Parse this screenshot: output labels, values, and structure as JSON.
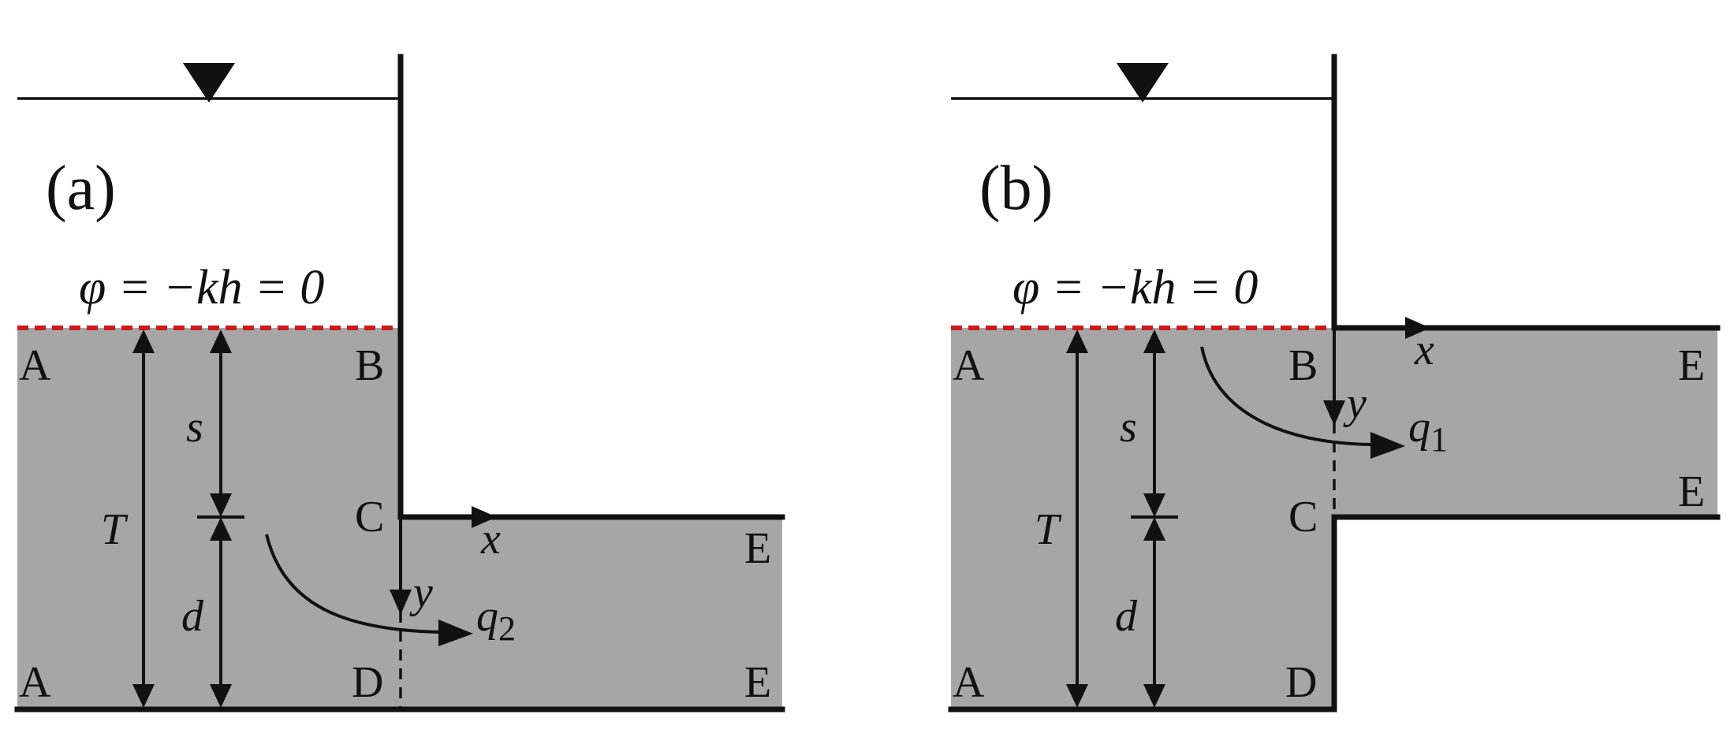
{
  "panels": [
    {
      "id": "a",
      "label": "(a)",
      "formula": "φ = −kh = 0",
      "points": {
        "A_top": "A",
        "A_bottom": "A",
        "B": "B",
        "C": "C",
        "D": "D",
        "E_upper": "E",
        "E_lower": "E"
      },
      "dims": {
        "s": "s",
        "d": "d",
        "T": "T"
      },
      "axes": {
        "x": "x",
        "y": "y"
      },
      "flow": {
        "symbol": "q",
        "subscript": "2"
      }
    },
    {
      "id": "b",
      "label": "(b)",
      "formula": "φ = −kh = 0",
      "points": {
        "A_top": "A",
        "A_bottom": "A",
        "B": "B",
        "C": "C",
        "D": "D",
        "E_upper": "E",
        "E_lower": "E"
      },
      "dims": {
        "s": "s",
        "d": "d",
        "T": "T"
      },
      "axes": {
        "x": "x",
        "y": "y"
      },
      "flow": {
        "symbol": "q",
        "subscript": "1"
      }
    }
  ],
  "colors": {
    "soil": "#a6a6a6",
    "line": "#111111",
    "boundary_dash": "#cc1b1b"
  }
}
